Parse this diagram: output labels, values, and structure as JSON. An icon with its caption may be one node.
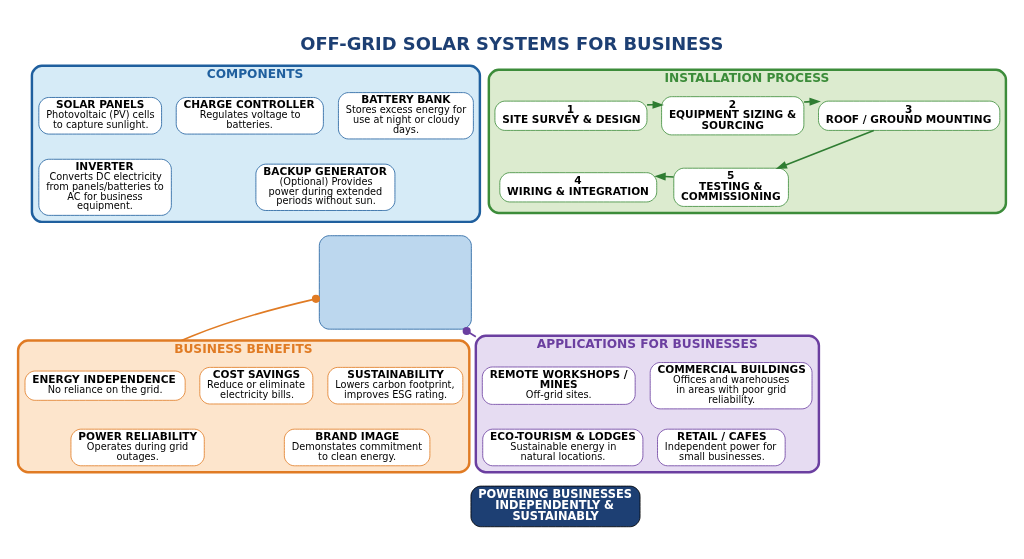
{
  "diagram": {
    "title": "OFF-GRID SOLAR SYSTEMS FOR BUSINESS",
    "caption": "POWERING BUSINESSES INDEPENDENTLY & SUSTAINABLY",
    "nodes": [
      {
        "text": [
          "COMPONENTS"
        ]
      },
      {
        "text": [
          "SOLAR PANELS",
          "Photovoltaic (PV) cells to capture sunlight."
        ],
        "in": 0
      },
      {
        "text": [
          "CHARGE CONTROLLER",
          "Regulates voltage to batteries."
        ],
        "in": 0
      },
      {
        "text": [
          "BATTERY BANK",
          "Stores excess energy for use at night or cloudy days."
        ],
        "in": 0
      },
      {
        "text": [
          "INVERTER",
          "Converts DC electricity from panels/batteries to AC for business equipment."
        ],
        "in": 0
      },
      {
        "text": [
          "BACKUP GENERATOR",
          "(Optional) Provides power during extended periods without sun."
        ],
        "in": 0
      },
      {
        "text": [
          "INSTALLATION PROCESS"
        ]
      },
      {
        "text": [
          "1",
          "SITE SURVEY & DESIGN"
        ],
        "in": 6
      },
      {
        "text": [
          "2",
          "EQUIPMENT SIZING & SOURCING"
        ],
        "in": 6
      },
      {
        "text": [
          "3",
          "ROOF / GROUND MOUNTING"
        ],
        "in": 6
      },
      {
        "text": [
          "4",
          "WIRING & INTEGRATION"
        ],
        "in": 6
      },
      {
        "text": [
          "5",
          "TESTING & COMMISSIONING"
        ],
        "in": 6
      },
      {
        "text": [
          "BUSINESS BENEFITS"
        ]
      },
      {
        "text": [
          "ENERGY INDEPENDENCE",
          "No reliance on the grid."
        ],
        "in": 12
      },
      {
        "text": [
          "COST SAVINGS",
          "Reduce or eliminate electricity bills."
        ],
        "in": 12
      },
      {
        "text": [
          "SUSTAINABILITY",
          "Lowers carbon footprint, improves ESG rating."
        ],
        "in": 12
      },
      {
        "text": [
          "POWER RELIABILITY",
          "Operates during grid outages."
        ],
        "in": 12
      },
      {
        "text": [
          "BRAND IMAGE",
          "Demonstates commitment to clean energy."
        ],
        "in": 12
      },
      {
        "text": [
          "APPLICATIONS FOR BUSINESSES"
        ]
      },
      {
        "text": [
          "REMOTE WORKSHOPS / MINES",
          "Off-grid sites."
        ],
        "in": 18
      },
      {
        "text": [
          "COMMERCIAL BUILDINGS",
          "Offices and warehouses in areas with poor grid reliability."
        ],
        "in": 18
      },
      {
        "text": [
          "ECO-TOURISM & LODGES",
          "Sustainable energy in natural locations."
        ],
        "in": 18
      },
      {
        "text": [
          "RETAIL / CAFES",
          "Independent power for small businesses."
        ],
        "in": 18
      },
      {
        "text": [],
        "shape": "box"
      }
    ],
    "edges": [
      {
        "from": 7,
        "to": 8,
        "arrow": "to"
      },
      {
        "from": 8,
        "to": 9,
        "arrow": "to"
      },
      {
        "from": 9,
        "to": 11,
        "arrow": "to"
      },
      {
        "from": 11,
        "to": 10,
        "arrow": "to"
      },
      {
        "from": 12,
        "to": 23,
        "arrow": "other",
        "color": "#e07b24"
      },
      {
        "from": 18,
        "to": 23,
        "arrow": "other",
        "color": "#6b3fa0"
      }
    ]
  }
}
